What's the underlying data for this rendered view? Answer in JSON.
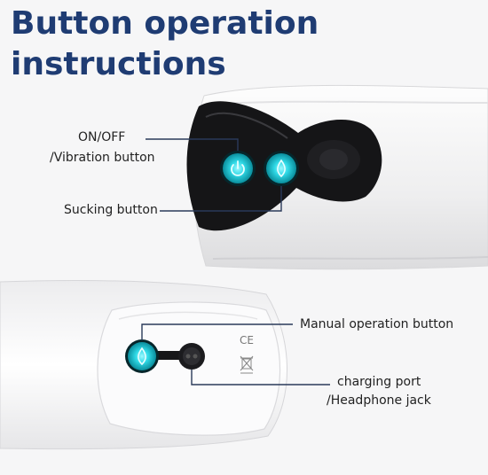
{
  "title": {
    "line1": "Button operation",
    "line2": "instructions"
  },
  "top_device": {
    "callouts": {
      "power": {
        "line1": "ON/OFF",
        "line2": "/Vibration button"
      },
      "sucking": "Sucking button"
    },
    "buttons": {
      "power_icon": "power-icon",
      "sucking_icon": "droplet-icon"
    }
  },
  "bottom_device": {
    "callouts": {
      "manual": "Manual operation button",
      "charging": {
        "line1": "charging port",
        "line2": "/Headphone jack"
      }
    },
    "marks": {
      "ce": "CE"
    }
  },
  "colors": {
    "title": "#1f3c73",
    "button_glow": "#39e6f0",
    "button_core": "#10b6c6",
    "panel": "#151517",
    "callout_line": "#2a3a5a"
  }
}
